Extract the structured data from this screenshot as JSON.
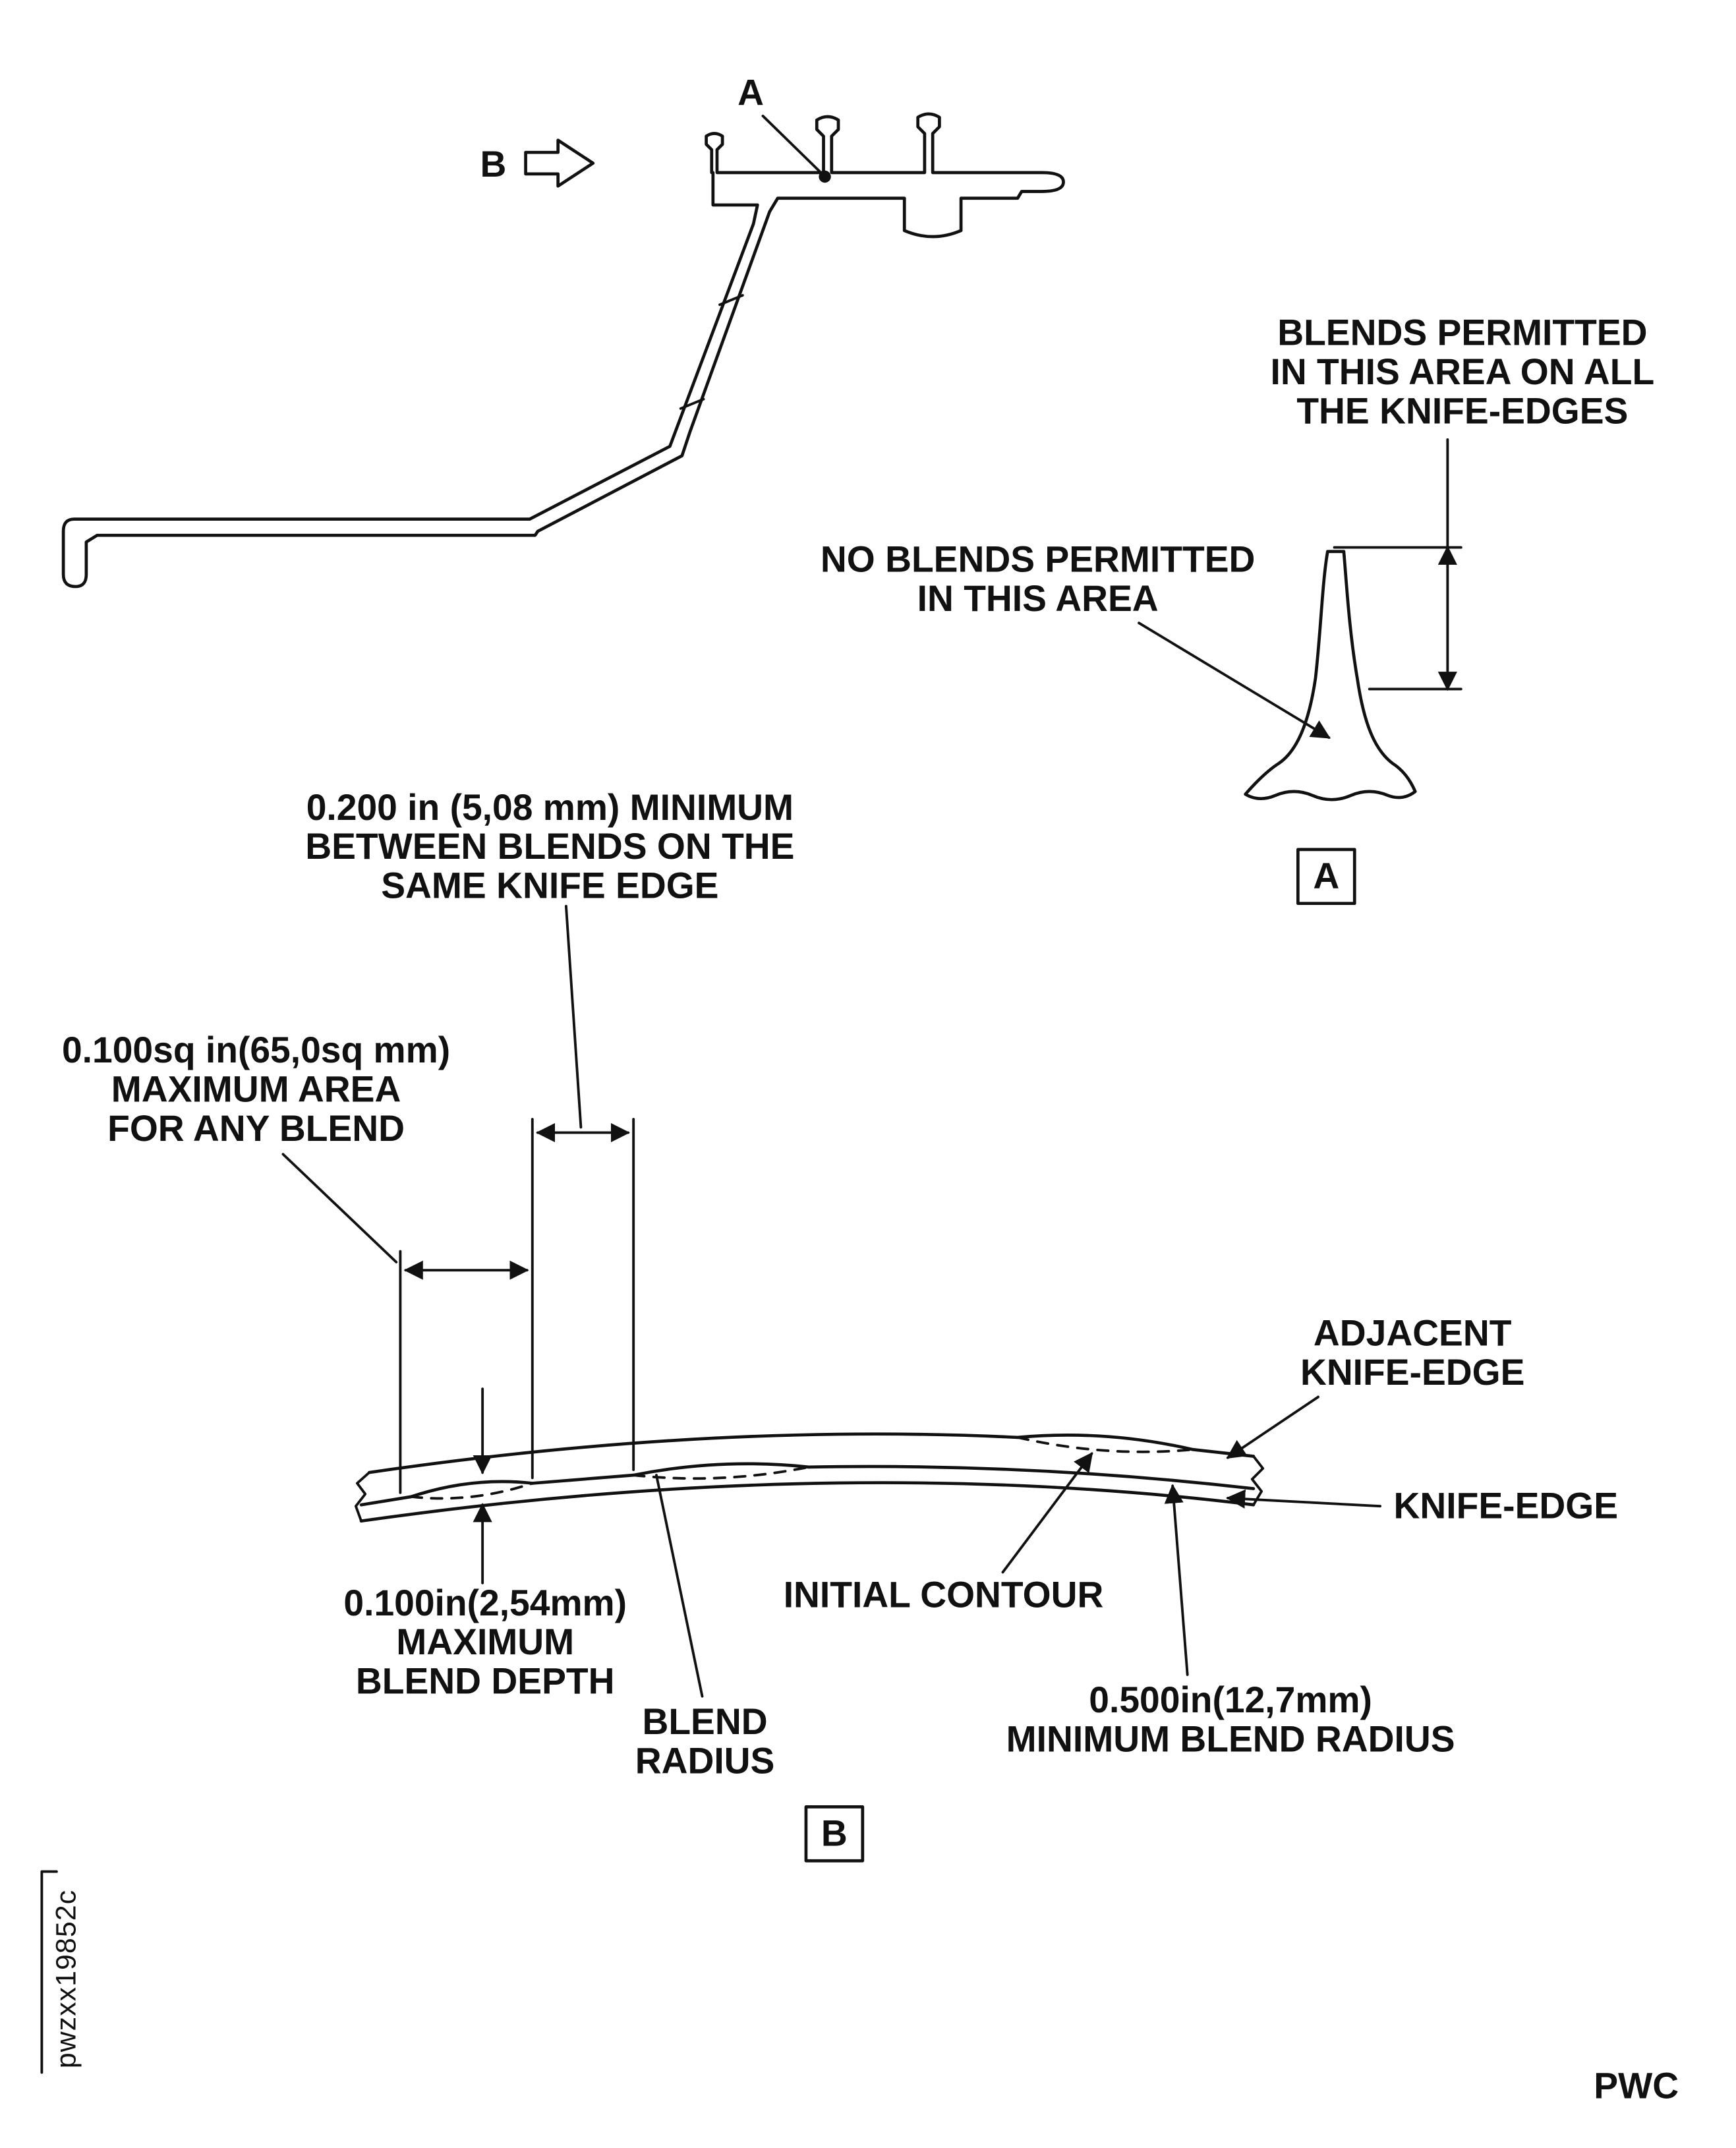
{
  "colors": {
    "ink": "#111111",
    "paper": "#ffffff"
  },
  "diagram": {
    "view_b_label": "B",
    "point_a_label": "A",
    "detail_a": {
      "blends_permitted_line1": "BLENDS PERMITTED",
      "blends_permitted_line2": "IN THIS AREA ON ALL",
      "blends_permitted_line3": "THE KNIFE-EDGES",
      "no_blends_line1": "NO BLENDS PERMITTED",
      "no_blends_line2": "IN THIS AREA",
      "box_label": "A"
    },
    "detail_b": {
      "min_between_line1": "0.200 in (5,08 mm) MINIMUM",
      "min_between_line2": "BETWEEN BLENDS ON THE",
      "min_between_line3": "SAME KNIFE EDGE",
      "max_area_line1": "0.100sq in(65,0sq mm)",
      "max_area_line2": "MAXIMUM AREA",
      "max_area_line3": "FOR ANY BLEND",
      "adjacent_line1": "ADJACENT",
      "adjacent_line2": "KNIFE-EDGE",
      "knife_edge_label": "KNIFE-EDGE",
      "initial_contour_label": "INITIAL CONTOUR",
      "max_depth_line1": "0.100in(2,54mm)",
      "max_depth_line2": "MAXIMUM",
      "max_depth_line3": "BLEND DEPTH",
      "blend_radius_line1": "BLEND",
      "blend_radius_line2": "RADIUS",
      "min_radius_line1": "0.500in(12,7mm)",
      "min_radius_line2": "MINIMUM BLEND RADIUS",
      "box_label": "B"
    },
    "figure_id": "pwzxx19852c",
    "brand": "PWC"
  }
}
